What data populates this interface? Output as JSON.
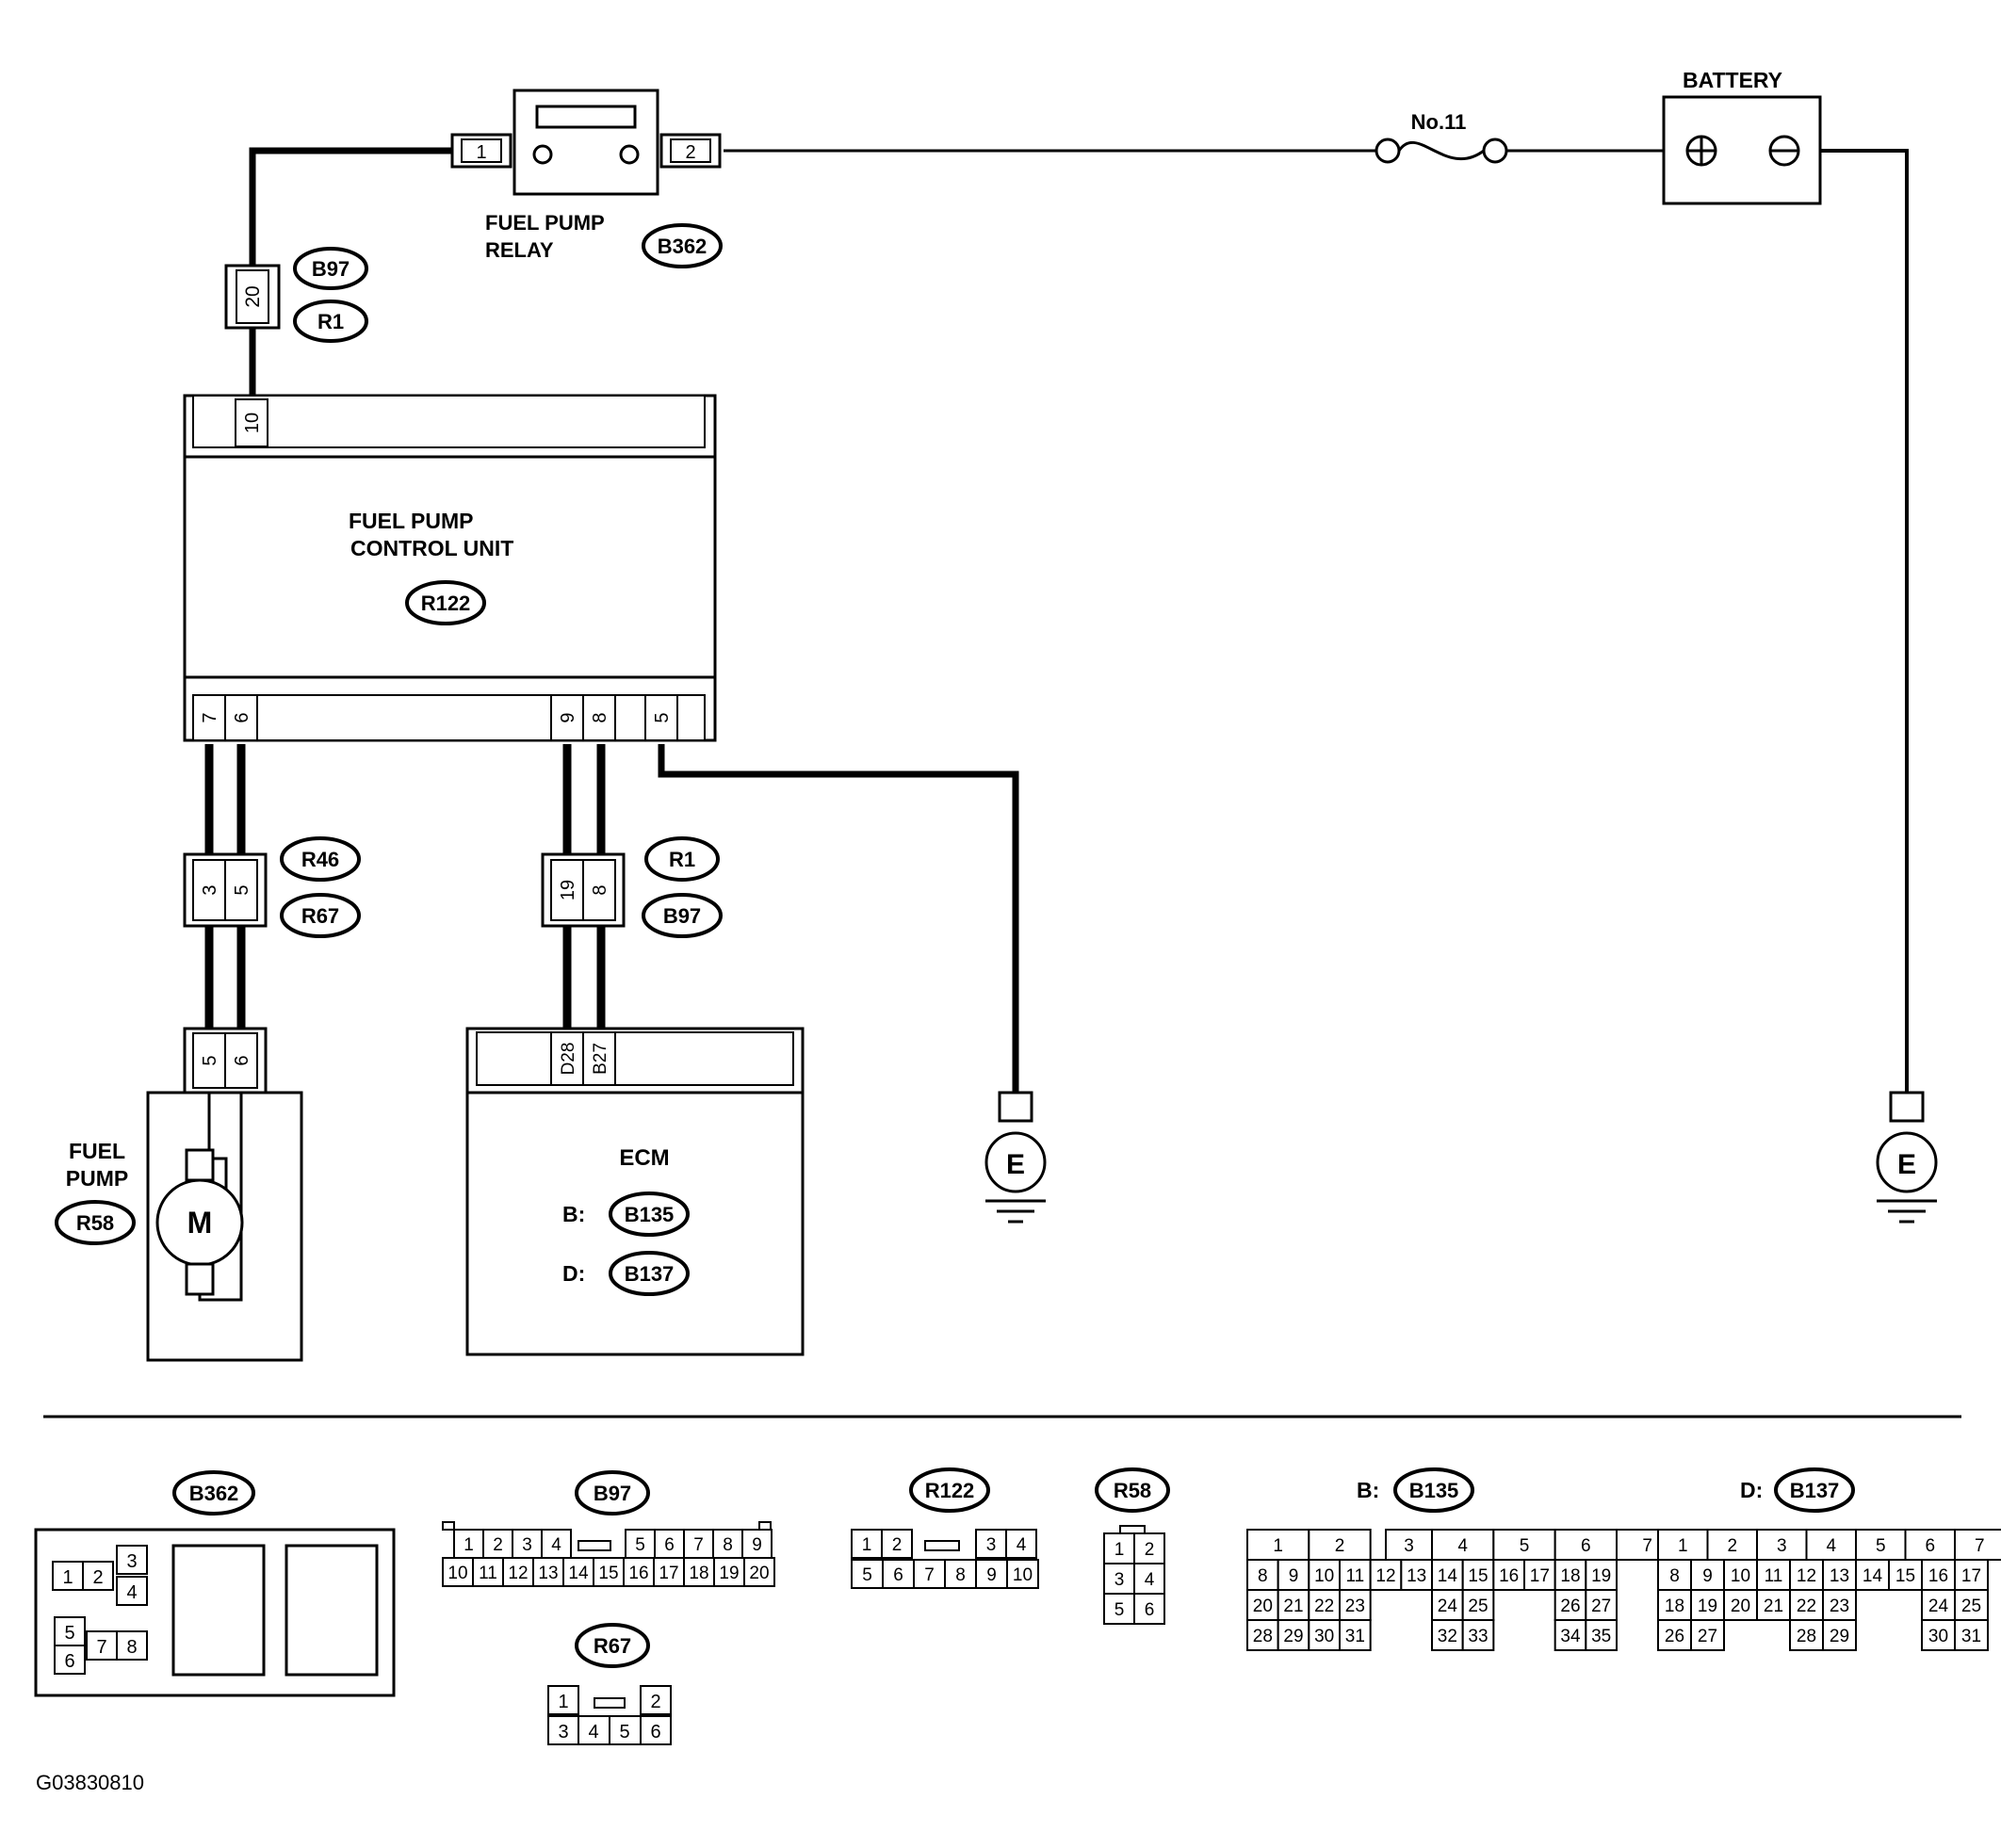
{
  "components": {
    "battery": {
      "label": "BATTERY",
      "plus": "⊕",
      "minus": "⊖"
    },
    "fuse": {
      "label": "No.11"
    },
    "relay": {
      "label1": "FUEL PUMP",
      "label2": "RELAY",
      "code": "B362",
      "pin_left": "1",
      "pin_right": "2"
    },
    "relay_conn": {
      "pin": "20",
      "codes": [
        "B97",
        "R1"
      ]
    },
    "control_unit": {
      "label1": "FUEL PUMP",
      "label2": "CONTROL UNIT",
      "code": "R122",
      "top_pin": "10",
      "bottom_pins": [
        "7",
        "6",
        "9",
        "8",
        "5"
      ]
    },
    "pump_conn": {
      "pins": [
        "3",
        "5"
      ],
      "codes": [
        "R46",
        "R67"
      ]
    },
    "ecm_conn": {
      "pins": [
        "19",
        "8"
      ],
      "codes": [
        "R1",
        "B97"
      ]
    },
    "fuel_pump": {
      "label1": "FUEL",
      "label2": "PUMP",
      "code": "R58",
      "pins": [
        "5",
        "6"
      ],
      "motor": "M"
    },
    "ecm": {
      "label": "ECM",
      "b_prefix": "B:",
      "b_code": "B135",
      "d_prefix": "D:",
      "d_code": "B137",
      "pins": [
        "D28",
        "B27"
      ]
    },
    "ground": {
      "label": "E"
    }
  },
  "connector_views": {
    "b362": {
      "code": "B362",
      "pins": [
        "1",
        "2",
        "3",
        "4",
        "5",
        "6",
        "7",
        "8"
      ]
    },
    "b97": {
      "code": "B97",
      "row1": [
        "1",
        "2",
        "3",
        "4",
        "5",
        "6",
        "7",
        "8",
        "9"
      ],
      "row2": [
        "10",
        "11",
        "12",
        "13",
        "14",
        "15",
        "16",
        "17",
        "18",
        "19",
        "20"
      ]
    },
    "r67": {
      "code": "R67",
      "pins": [
        "1",
        "2",
        "3",
        "4",
        "5",
        "6"
      ]
    },
    "r122": {
      "code": "R122",
      "row1": [
        "1",
        "2",
        "3",
        "4"
      ],
      "row2": [
        "5",
        "6",
        "7",
        "8",
        "9",
        "10"
      ]
    },
    "r58": {
      "code": "R58",
      "pins": [
        "1",
        "2",
        "3",
        "4",
        "5",
        "6"
      ]
    },
    "b135": {
      "prefix": "B:",
      "code": "B135"
    },
    "b137": {
      "prefix": "D:",
      "code": "B137"
    }
  },
  "figure_id": "G03830810"
}
